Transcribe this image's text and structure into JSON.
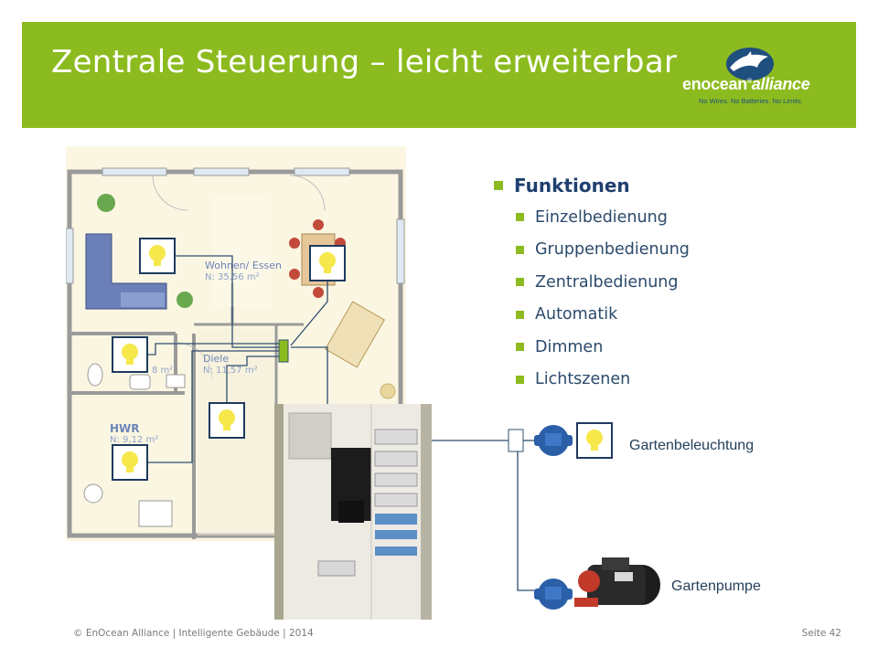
{
  "slide": {
    "title": "Zentrale Steuerung – leicht erweiterbar",
    "colors": {
      "header_green": "#8cbb1f",
      "navy": "#1f3f6f",
      "bulb_yellow": "#f6e84a"
    }
  },
  "logo": {
    "brand_main": "enocean",
    "brand_reg": "®",
    "brand_second": "alliance",
    "tagline": "No Wires. No Batteries. No Limits.",
    "icon": "dolphin-icon"
  },
  "floorplan": {
    "rooms": [
      {
        "name": "Wohnen/ Essen",
        "area": "N: 35,56 m²"
      },
      {
        "name": "Diele",
        "area": "N: 11,57 m²"
      },
      {
        "name": "HWR",
        "area": "N: 9,12 m²"
      },
      {
        "name": "",
        "area": "8 m²"
      }
    ],
    "icon": "light-bulb-icon"
  },
  "functions": {
    "heading": "Funktionen",
    "items": [
      "Einzelbedienung",
      "Gruppenbedienung",
      "Zentralbedienung",
      "Automatik",
      "Dimmen",
      "Lichtszenen"
    ]
  },
  "devices": {
    "garden_light_label": "Gartenbeleuchtung",
    "garden_pump_label": "Gartenpumpe"
  },
  "footer": {
    "left": "© EnOcean Alliance  |  Intelligente Gebäude  |  2014",
    "right": "Seite 42"
  }
}
